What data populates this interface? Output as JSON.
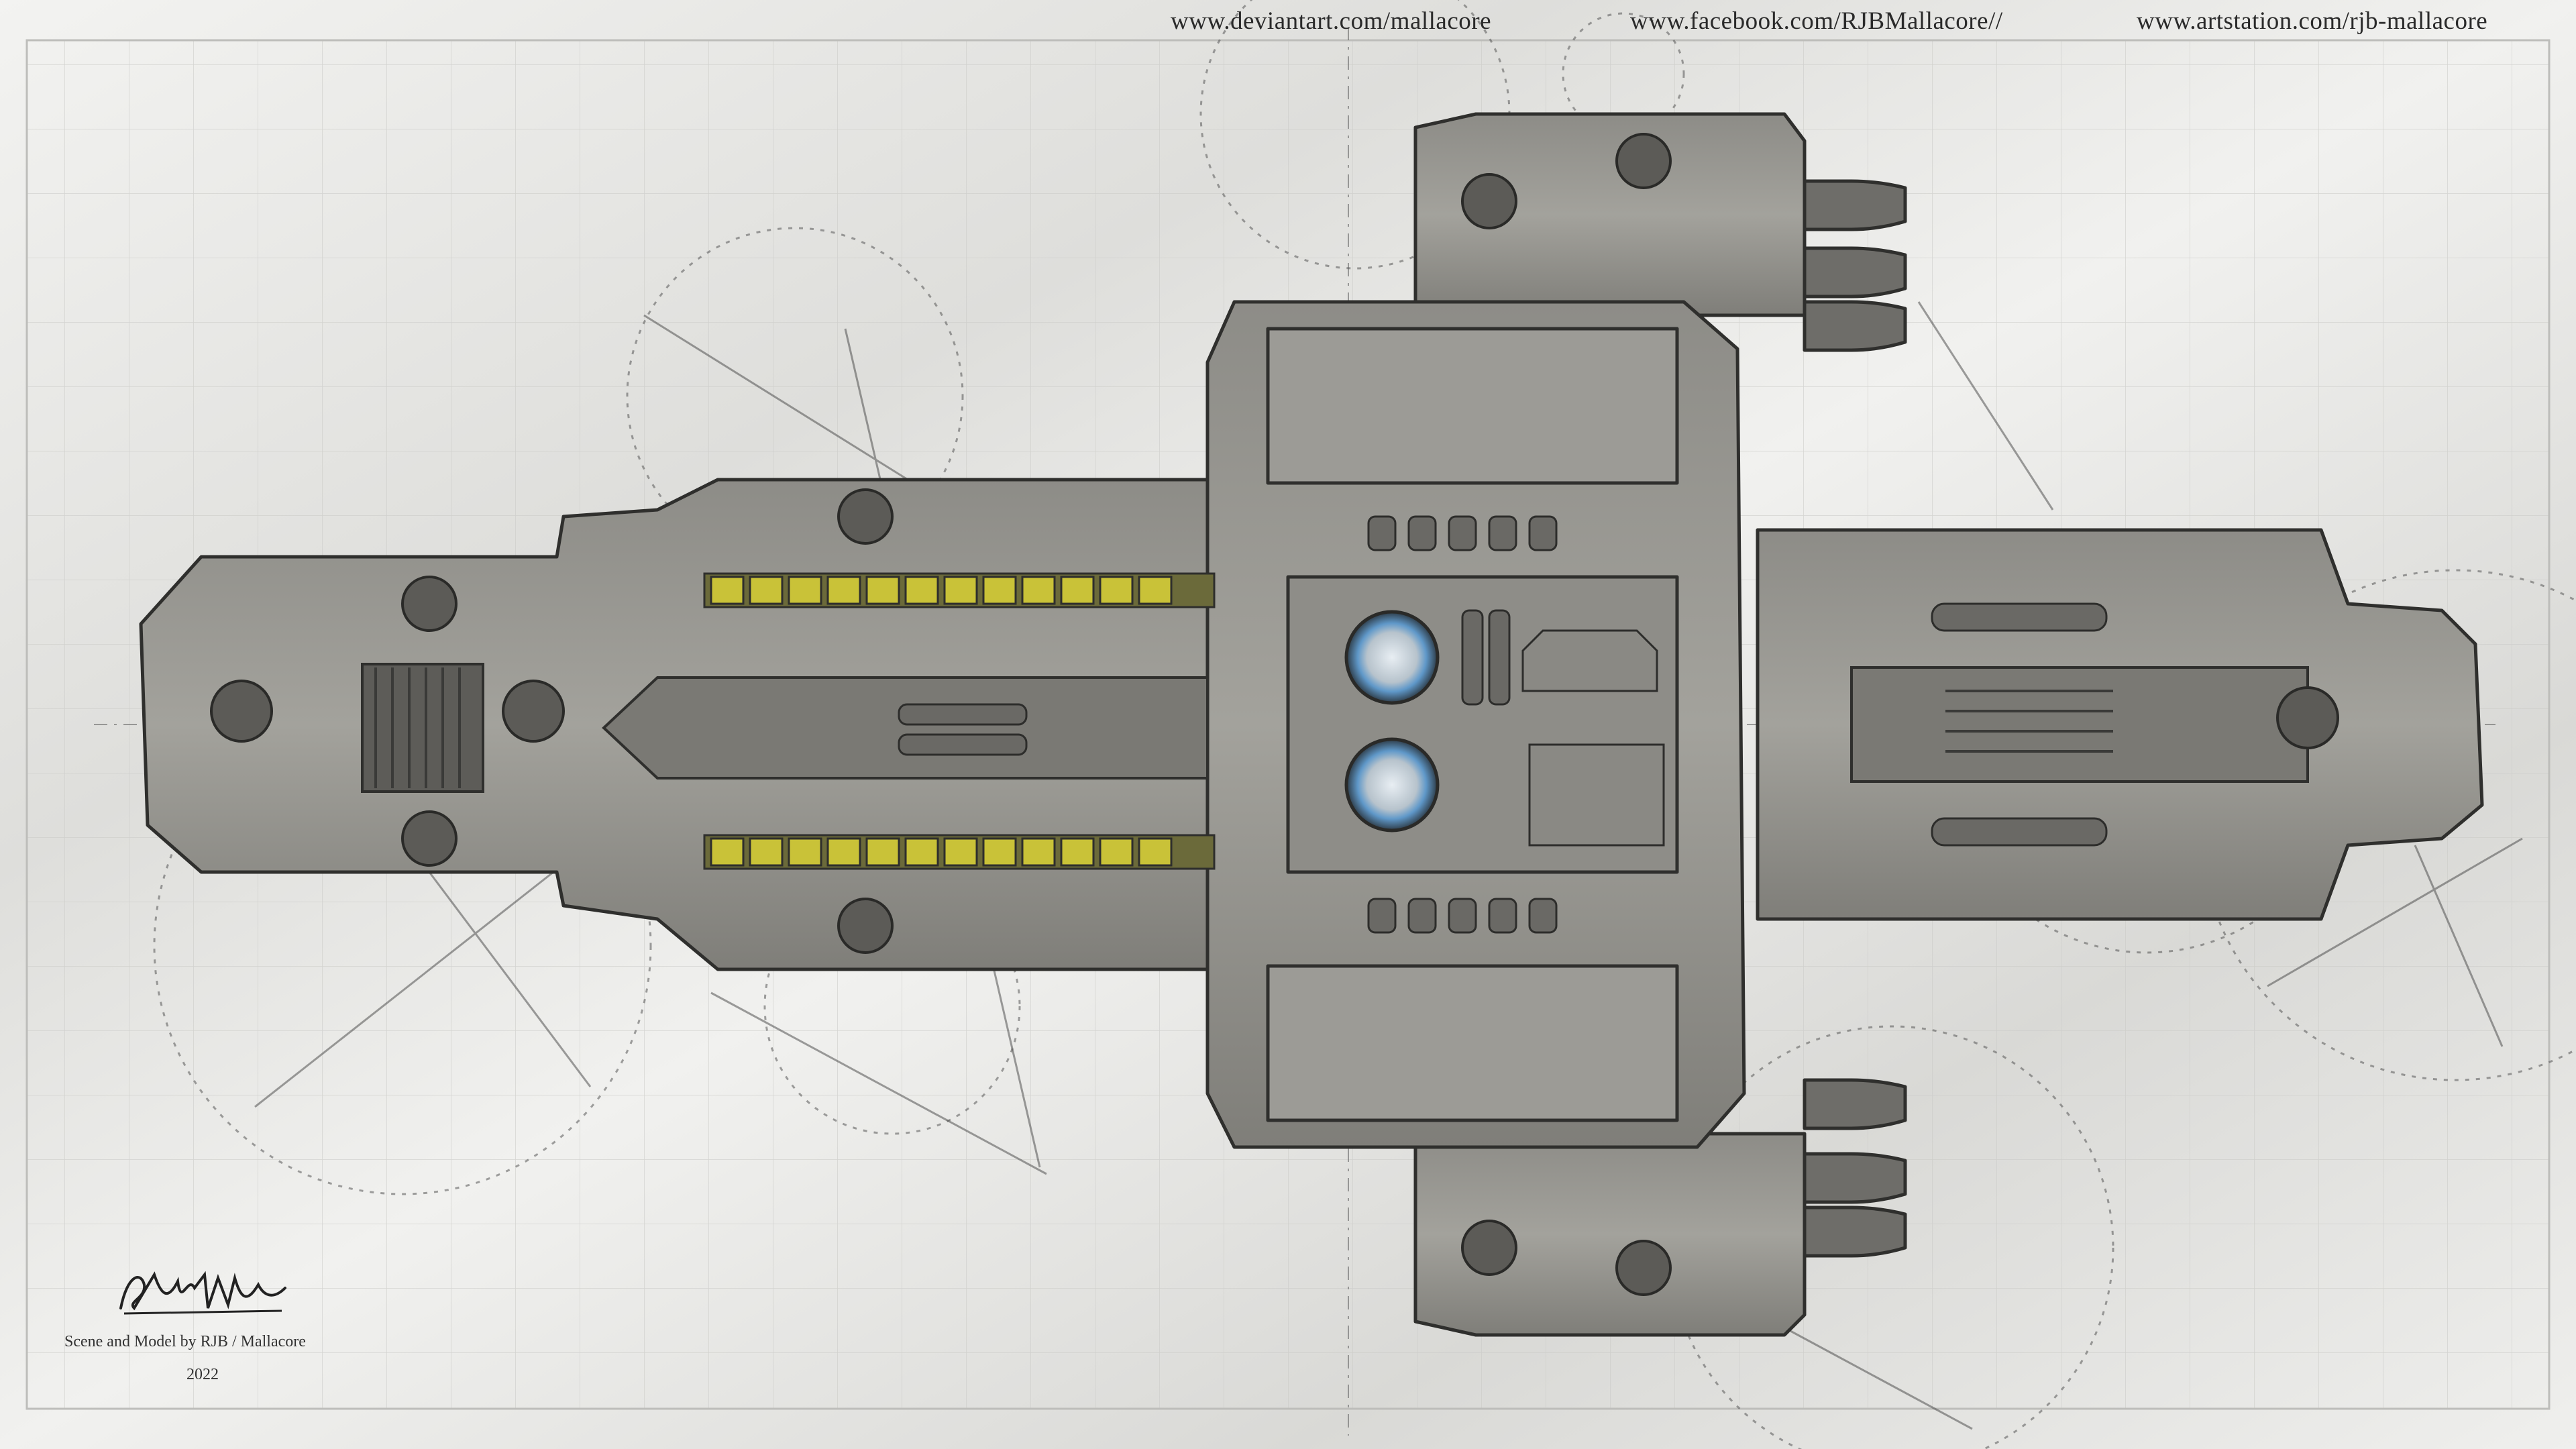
{
  "header": {
    "links": [
      "www.deviantart.com/mallacore",
      "www.facebook.com/RJBMallacore//",
      "www.artstation.com/rjb-mallacore"
    ]
  },
  "credits": {
    "signature": "RJB/MALLACORE",
    "line": "Scene and Model by RJB / Mallacore",
    "year": "2022"
  },
  "colors": {
    "paper": "#e9e9e7",
    "hull": "#8f8e89",
    "hull_dark": "#4a4a47",
    "cargo_lights": "#c9c238",
    "engine_glow": "#6fa8d8"
  }
}
